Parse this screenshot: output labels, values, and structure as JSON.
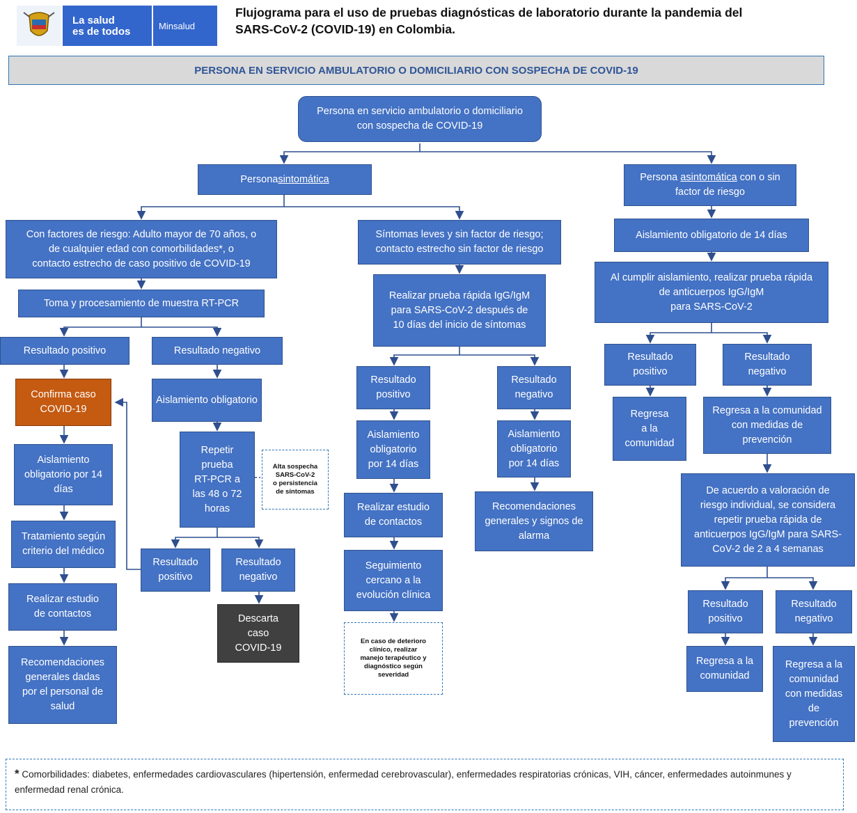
{
  "header": {
    "brand_line1": "La salud",
    "brand_line2": "es de todos",
    "ministry": "Minsalud",
    "title_line1": "Flujograma para el uso de pruebas diagnósticas de laboratorio durante la pandemia del",
    "title_line2": "SARS-CoV-2 (COVID-19) en Colombia."
  },
  "banner": "PERSONA EN SERVICIO AMBULATORIO O DOMICILIARIO CON SOSPECHA DE COVID-19",
  "nodes": {
    "root": "Persona en servicio ambulatorio o domiciliario\ncon sospecha de COVID-19",
    "sint_pre": "Persona ",
    "sint_u": "sintomática",
    "asint_pre": "Persona ",
    "asint_u": "asintomática",
    "asint_post": " con o sin\nfactor de riesgo",
    "riesgo": "Con factores de riesgo: Adulto mayor de 70 años, o\nde cualquier edad con comorbilidades*, o\ncontacto estrecho de caso positivo de COVID-19",
    "leves": "Síntomas leves y sin factor de riesgo;\ncontacto estrecho sin factor de riesgo",
    "aisl14_right": "Aislamiento obligatorio de 14 días",
    "rtpcr": "Toma y procesamiento de muestra RT-PCR",
    "rapida_mid": "Realizar prueba rápida IgG/IgM\npara SARS-CoV-2 después de\n10 días del inicio de síntomas",
    "rapida_right": "Al cumplir aislamiento, realizar prueba rápida\nde anticuerpos IgG/IgM\npara SARS-CoV-2",
    "res_pos_l": "Resultado positivo",
    "res_neg_l": "Resultado negativo",
    "confirma": "Confirma caso\nCOVID-19",
    "aisl_oblig": "Aislamiento obligatorio",
    "aisl14_l": "Aislamiento\nobligatorio por 14\ndías",
    "repetir": "Repetir\nprueba\nRT-PCR a\nlas 48 o 72\nhoras",
    "tratamiento": "Tratamiento según\ncriterio del médico",
    "estudio_l": "Realizar  estudio\nde contactos",
    "recom_l": "Recomendaciones\ngenerales dadas\npor el personal de\nsalud",
    "res_pos_2": "Resultado\npositivo",
    "res_neg_2": "Resultado\nnegativo",
    "descarta": "Descarta\ncaso\nCOVID-19",
    "res_pos_m": "Resultado\npositivo",
    "res_neg_m": "Resultado\nnegativo",
    "aisl14_m1": "Aislamiento\nobligatorio\npor 14 días",
    "aisl14_m2": "Aislamiento\nobligatorio\npor 14 días",
    "estudio_m": "Realizar  estudio\nde contactos",
    "seguimiento": "Seguimiento\ncercano a la\nevolución clínica",
    "recom_m": "Recomendaciones\ngenerales y signos de\nalarma",
    "res_pos_r": "Resultado\npositivo",
    "res_neg_r": "Resultado\nnegativo",
    "regresa_r1": "Regresa\na la\ncomunidad",
    "regresa_r2": "Regresa a la comunidad\ncon medidas de\nprevención",
    "valoracion": "De acuerdo a valoración de\nriesgo individual, se considera\nrepetir prueba rápida de\nanticuerpos IgG/IgM para SARS-\nCoV-2 de 2 a 4 semanas",
    "res_pos_r2": "Resultado\npositivo",
    "res_neg_r2": "Resultado\nnegativo",
    "regresa_r3": "Regresa a la\ncomunidad",
    "regresa_r4": "Regresa a la\ncomunidad\ncon medidas\nde\nprevención"
  },
  "notes": {
    "alta": "Alta sospecha\nSARS-CoV-2\no persistencia\nde síntomas",
    "deterioro": "En caso de deterioro\nclínico, realizar\nmanejo terapéutico y\ndiagnóstico según\nseveridad"
  },
  "footnote": {
    "star": "*",
    "text": "Comorbilidades: diabetes, enfermedades cardiovasculares (hipertensión, enfermedad cerebrovascular), enfermedades respiratorias crónicas, VIH, cáncer, enfermedades autoinmunes y enfermedad renal crónica."
  },
  "colors": {
    "box": "#4472c4",
    "confirm": "#c55a11",
    "discard": "#404040",
    "connector": "#2f4f8f"
  }
}
